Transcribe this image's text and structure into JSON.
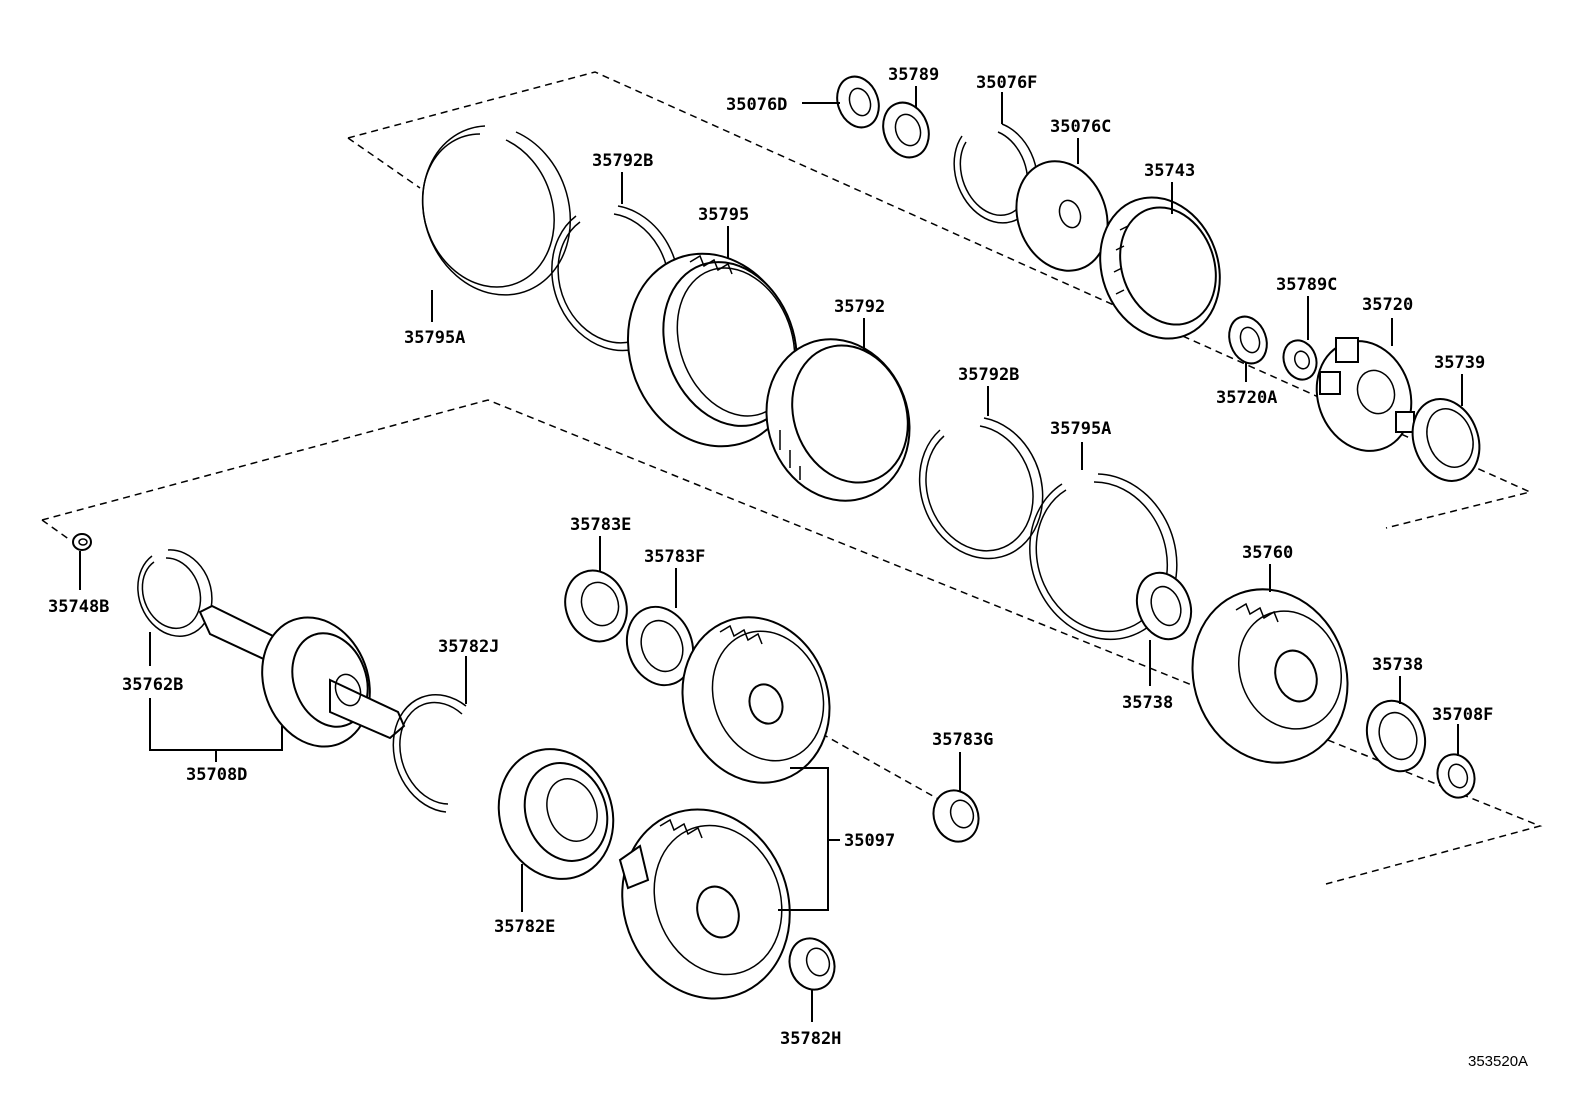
{
  "labels": {
    "p35076D": "35076D",
    "p35789": "35789",
    "p35076F": "35076F",
    "p35076C": "35076C",
    "p35743": "35743",
    "p35792B_top": "35792B",
    "p35795": "35795",
    "p35795A_top": "35795A",
    "p35792": "35792",
    "p35789C": "35789C",
    "p35720": "35720",
    "p35720A": "35720A",
    "p35739": "35739",
    "p35792B_mid": "35792B",
    "p35795A_mid": "35795A",
    "p35783E": "35783E",
    "p35783F": "35783F",
    "p35760": "35760",
    "p35748B": "35748B",
    "p35782J": "35782J",
    "p35738_left": "35738",
    "p35738_right": "35738",
    "p35708F": "35708F",
    "p35762B": "35762B",
    "p35708D": "35708D",
    "p35783G": "35783G",
    "p35097": "35097",
    "p35782E": "35782E",
    "p35782H": "35782H"
  },
  "reference_code": "353520A"
}
